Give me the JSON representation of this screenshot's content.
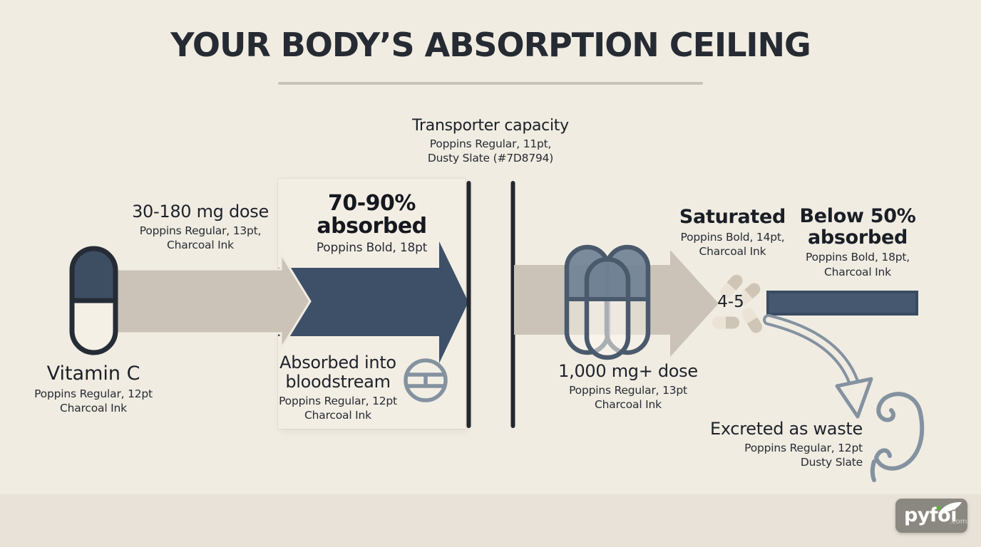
{
  "title": "YOUR BODY’S ABSORPTION CEILING",
  "transporter": {
    "title": "Transporter capacity",
    "sub1": "Poppins Regular, 11pt,",
    "sub2": "Dusty Slate (#7D8794)"
  },
  "left_flow": {
    "dose": {
      "title": "30-180 mg dose",
      "sub1": "Poppins Regular, 13pt,",
      "sub2": "Charcoal Ink"
    },
    "source": {
      "title": "Vitamin C",
      "sub1": "Poppins Regular, 12pt",
      "sub2": "Charcoal Ink"
    },
    "absorbed": {
      "line1": "70-90%",
      "line2": "absorbed",
      "sub": "Poppins Bold, 18pt"
    },
    "bloodstream": {
      "line1": "Absorbed into",
      "line2": "bloodstream",
      "sub1": "Poppins Regular, 12pt",
      "sub2": "Charcoal Ink"
    }
  },
  "right_flow": {
    "dose": {
      "title": "1,000 mg+ dose",
      "sub1": "Poppins Regular, 13pt",
      "sub2": "Charcoal Ink"
    },
    "saturated": {
      "title": "Saturated",
      "sub1": "Poppins Bold, 14pt,",
      "sub2": "Charcoal Ink"
    },
    "below": {
      "line1": "Below 50%",
      "line2": "absorbed",
      "sub1": "Poppins Bold, 18pt,",
      "sub2": "Charcoal Ink"
    },
    "pill_count": "4-5",
    "excreted": {
      "title": "Excreted as waste",
      "sub1": "Poppins Regular, 12pt",
      "sub2": "Dusty Slate"
    }
  },
  "logo": {
    "name": "pyfoi",
    "tld": ".com"
  },
  "colors": {
    "background": "#F0ECE2",
    "footer": "#E9E2D8",
    "charcoal_ink": "#23272E",
    "dusty_slate": "#7D8794",
    "navy_arrow": "#3E5068",
    "gray_arrow": "#CBC3B7",
    "barrier_bar": "#23272E"
  }
}
